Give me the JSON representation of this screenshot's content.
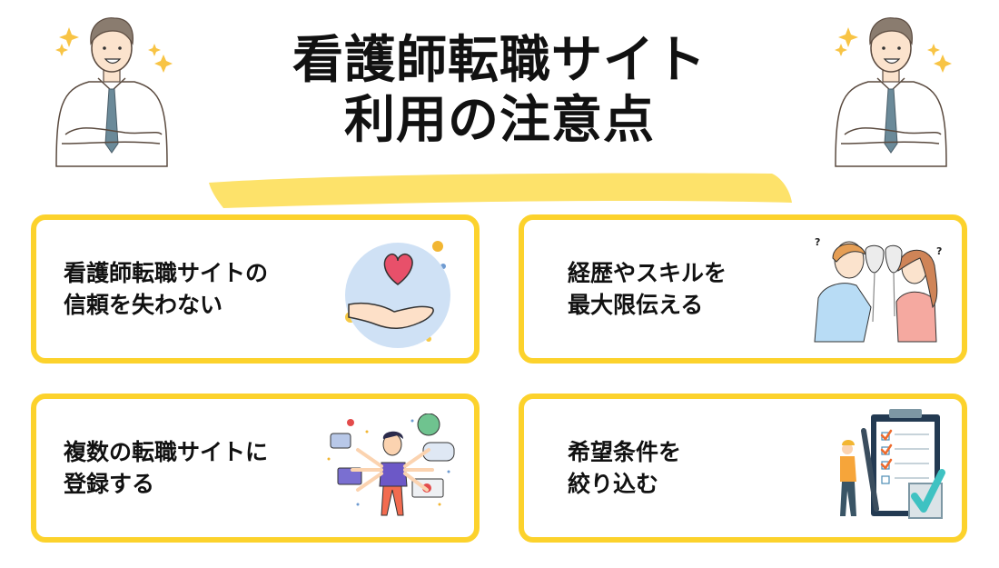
{
  "title": {
    "line1": "看護師転職サイト",
    "line2": "利用の注意点"
  },
  "colors": {
    "accent_yellow": "#fcd22c",
    "underline_yellow": "#fde26a",
    "text": "#111111",
    "background": "#ffffff"
  },
  "decorations": {
    "left_character": "businessman-arms-crossed-icon",
    "right_character": "businessman-arms-crossed-icon",
    "sparkles": "sparkle-icon"
  },
  "cards": [
    {
      "line1": "看護師転職サイトの",
      "line2": "信頼を失わない",
      "icon": "hand-holding-heart-icon"
    },
    {
      "line1": "経歴やスキルを",
      "line2": "最大限伝える",
      "icon": "people-holding-masks-icon"
    },
    {
      "line1": "複数の転職サイトに",
      "line2": "登録する",
      "icon": "multitasking-person-icon"
    },
    {
      "line1": "希望条件を",
      "line2": "絞り込む",
      "icon": "clipboard-checklist-icon"
    }
  ]
}
